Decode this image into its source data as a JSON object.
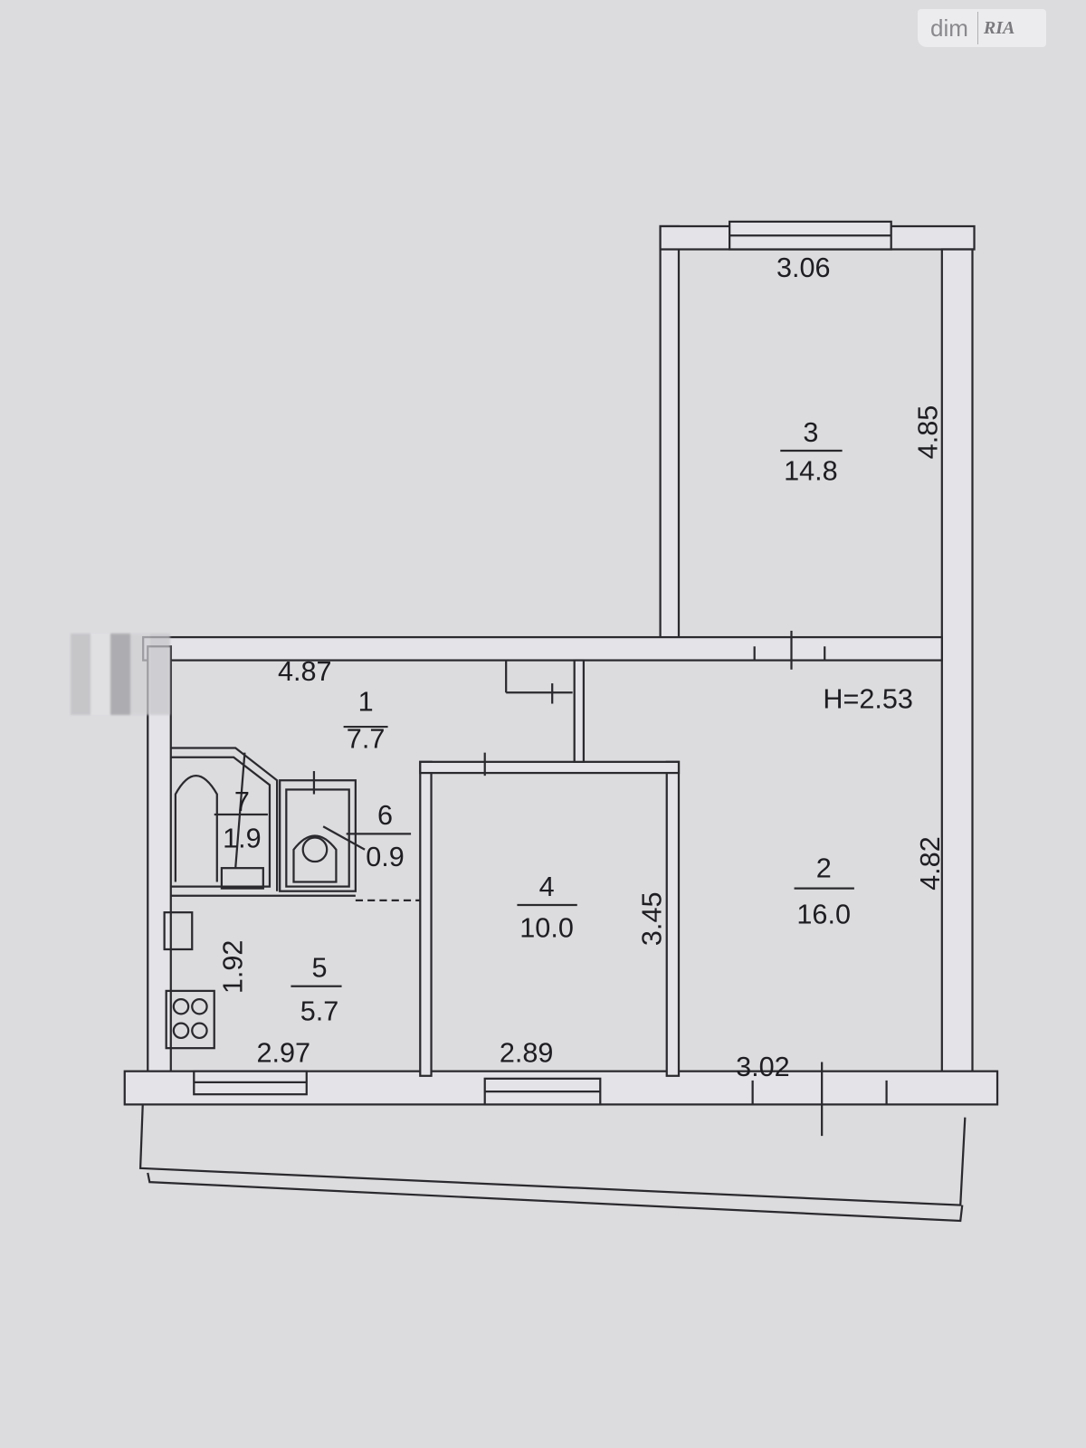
{
  "watermark": {
    "brand": "dim",
    "partner": "RIA"
  },
  "plan": {
    "ceiling_height": "H=2.53",
    "rooms": [
      {
        "number": "1",
        "area": "7.7"
      },
      {
        "number": "2",
        "area": "16.0"
      },
      {
        "number": "3",
        "area": "14.8"
      },
      {
        "number": "4",
        "area": "10.0"
      },
      {
        "number": "5",
        "area": "5.7"
      },
      {
        "number": "6",
        "area": "0.9"
      },
      {
        "number": "7",
        "area": "1.9"
      }
    ],
    "dimensions": {
      "room3_width": "3.06",
      "room3_length": "4.85",
      "room1_length": "4.87",
      "room2_length": "4.82",
      "room2_width": "3.02",
      "room4_length": "3.45",
      "room4_width": "2.89",
      "room5_width": "2.97",
      "room5_length": "1.92"
    }
  }
}
